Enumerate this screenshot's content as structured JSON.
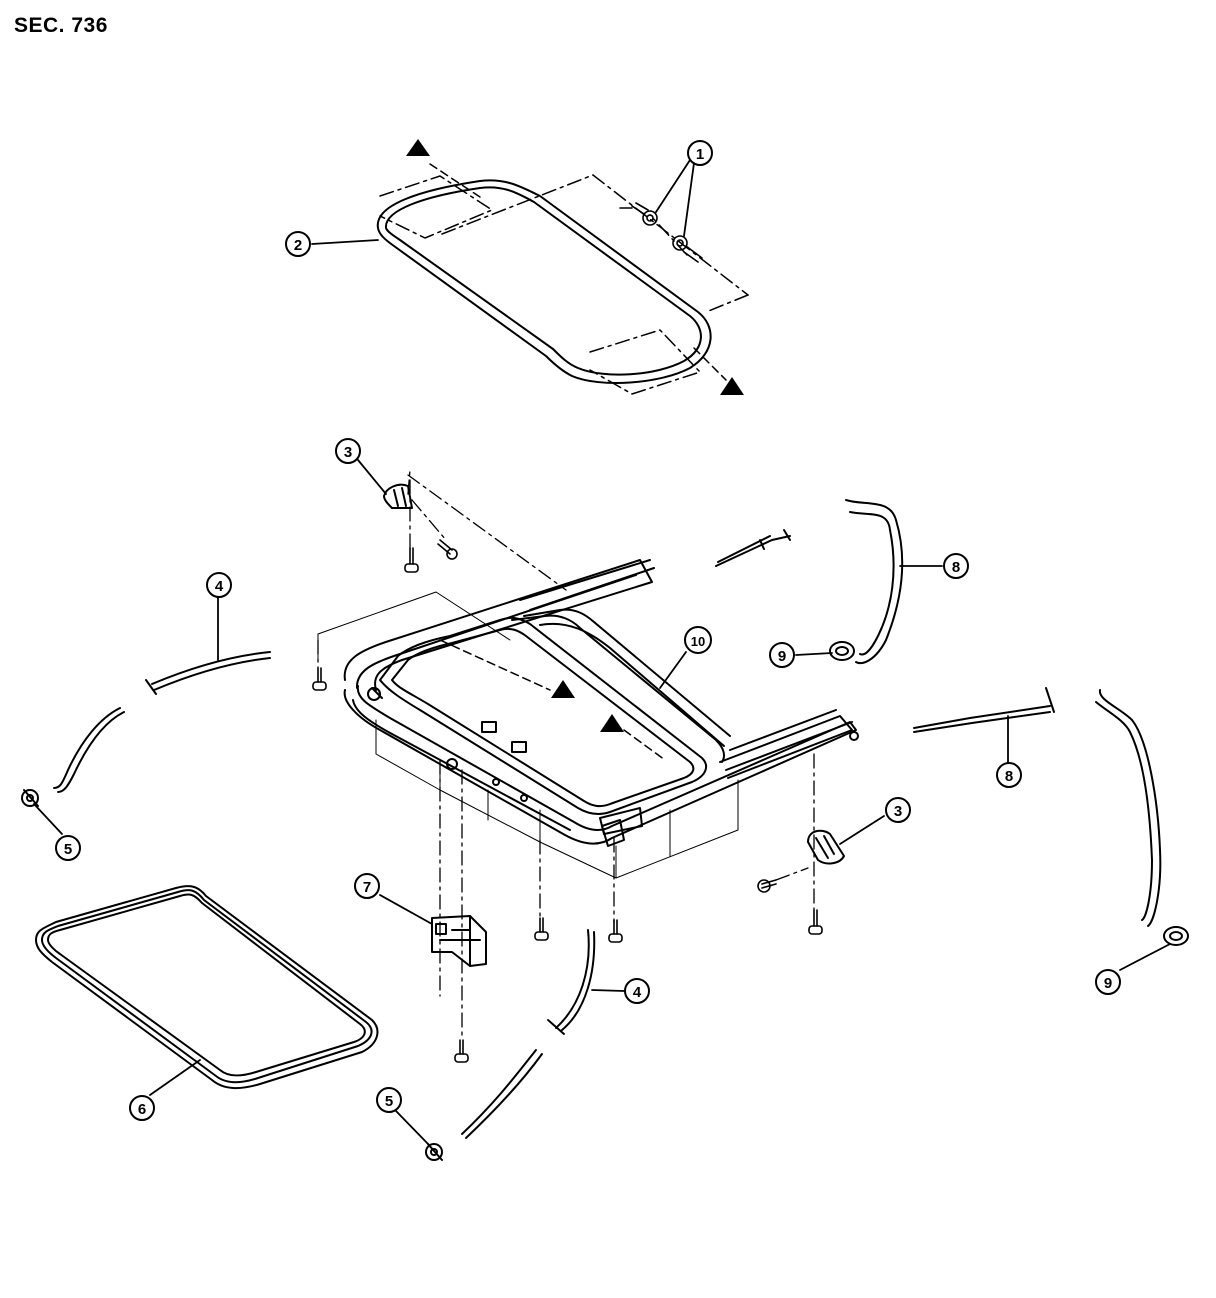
{
  "section_label": "SEC. 736",
  "callouts": [
    {
      "id": "c1",
      "number": "1"
    },
    {
      "id": "c2",
      "number": "2"
    },
    {
      "id": "c3a",
      "number": "3"
    },
    {
      "id": "c3b",
      "number": "3"
    },
    {
      "id": "c4a",
      "number": "4"
    },
    {
      "id": "c4b",
      "number": "4"
    },
    {
      "id": "c5a",
      "number": "5"
    },
    {
      "id": "c5b",
      "number": "5"
    },
    {
      "id": "c6",
      "number": "6"
    },
    {
      "id": "c7",
      "number": "7"
    },
    {
      "id": "c8a",
      "number": "8"
    },
    {
      "id": "c8b",
      "number": "8"
    },
    {
      "id": "c9a",
      "number": "9"
    },
    {
      "id": "c9b",
      "number": "9"
    },
    {
      "id": "c10",
      "number": "10"
    }
  ],
  "colors": {
    "line": "#000000",
    "background": "#ffffff"
  }
}
